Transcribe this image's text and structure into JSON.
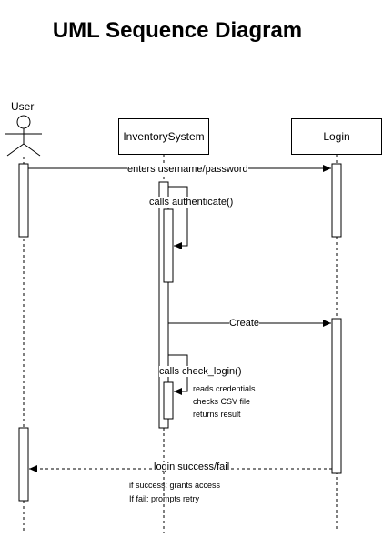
{
  "title": "UML Sequence Diagram",
  "participants": {
    "user": "User",
    "inventory": "InventorySystem",
    "login": "Login"
  },
  "messages": {
    "m1": "enters username/password",
    "m2": "calls authenticate()",
    "m3": "Create",
    "m4": "calls check_login()",
    "m5": "login success/fail"
  },
  "notes": {
    "check_login": [
      "reads credentials",
      "checks CSV file",
      "returns result"
    ],
    "result": [
      "if success: grants access",
      "If fail: prompts retry"
    ]
  }
}
